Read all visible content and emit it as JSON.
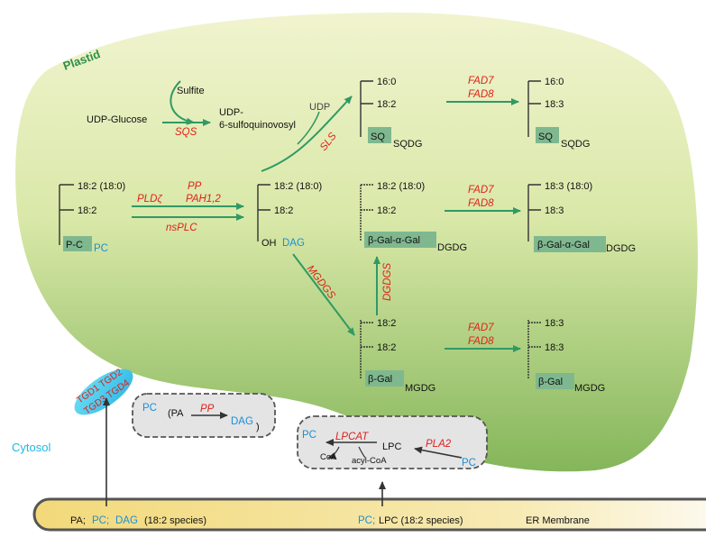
{
  "compartments": {
    "plastid": "Plastid",
    "cytosol": "Cytosol",
    "er": "ER Membrane"
  },
  "colors": {
    "arrow_green": "#2f9a63",
    "enzyme_red": "#e0201a",
    "lipid_blue": "#1b8fd6",
    "headgroup_green": "#7fb88f",
    "plastid_top": "#eef2c8",
    "plastid_bottom": "#8fb85a",
    "er_yellow": "#f3df8a"
  },
  "sulfo": {
    "sulfite": "Sulfite",
    "udp_glucose": "UDP-Glucose",
    "sqs": "SQS",
    "udp": "UDP",
    "udp_sq_line1": "UDP-",
    "udp_sq_line2": "6-sulfoquinovosyl",
    "sls": "SLS",
    "udp_out": "UDP"
  },
  "pc": {
    "chain1": "18:2 (18:0)",
    "chain2": "18:2",
    "head": "P-C",
    "name": "PC"
  },
  "pc_enzymes": {
    "pldz": "PLDζ",
    "pp": "PP",
    "pah": "PAH1,2",
    "nsplc": "nsPLC"
  },
  "dag": {
    "chain1": "18:2 (18:0)",
    "chain2": "18:2",
    "head": "OH",
    "name": "DAG"
  },
  "mgdgs": "MGDGS",
  "dgdgs": "DGDGS",
  "sqdg_left": {
    "chain1": "16:0",
    "chain2": "18:2",
    "head": "SQ",
    "name": "SQDG"
  },
  "dgdg_left": {
    "chain1": "18:2 (18:0)",
    "chain2": "18:2",
    "head": "β-Gal-α-Gal",
    "name": "DGDG"
  },
  "mgdg_left": {
    "chain1": "18:2",
    "chain2": "18:2",
    "head": "β-Gal",
    "name": "MGDG"
  },
  "fad_rows": [
    {
      "fad7": "FAD7",
      "fad8": "FAD8"
    },
    {
      "fad7": "FAD7",
      "fad8": "FAD8"
    },
    {
      "fad7": "FAD7",
      "fad8": "FAD8"
    }
  ],
  "sqdg_right": {
    "chain1": "16:0",
    "chain2": "18:3",
    "head": "SQ",
    "name": "SQDG"
  },
  "dgdg_right": {
    "chain1": "18:3 (18:0)",
    "chain2": "18:3",
    "head": "β-Gal-α-Gal",
    "name": "DGDG"
  },
  "mgdg_right": {
    "chain1": "18:3",
    "chain2": "18:3",
    "head": "β-Gal",
    "name": "MGDG"
  },
  "tgd": {
    "line1": "TGD1  TGD2",
    "line2": "TGD3  TGD4"
  },
  "box1": {
    "pc": "PC",
    "pa_open": "(PA",
    "pp": "PP",
    "dag": "DAG",
    "close": ")"
  },
  "box2": {
    "pc": "PC",
    "lpcat": "LPCAT",
    "lpc": "LPC",
    "coa": "CoA",
    "acylcoa": "acyl-CoA",
    "pla2": "PLA2",
    "pc_right": "PC"
  },
  "er_left": {
    "pa": "PA;",
    "pc": "PC;",
    "dag": "DAG",
    "species": "(18:2 species)"
  },
  "er_right": {
    "pc": "PC;",
    "lpc": "LPC (18:2 species)"
  }
}
